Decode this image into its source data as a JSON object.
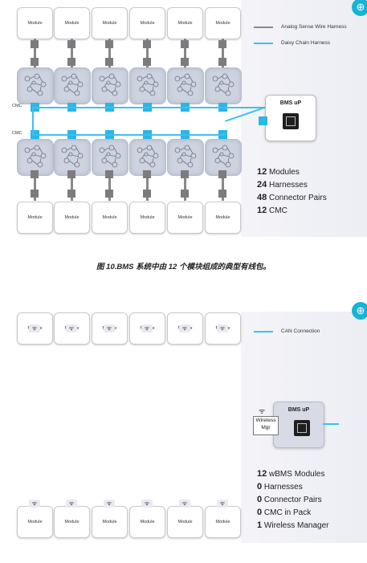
{
  "figure1": {
    "module_label": "Module",
    "cmc_label": "CMC",
    "controller_title": "BMS uP",
    "legend": [
      {
        "text": "Analog Sense Wire Harness",
        "color": "#8a8a8a"
      },
      {
        "text": "Daisy Chain Harness",
        "color": "#3cc0ef"
      }
    ],
    "stats": [
      {
        "num": "12",
        "text": " Modules"
      },
      {
        "num": "24",
        "text": " Harnesses"
      },
      {
        "num": "48",
        "text": " Connector Pairs"
      },
      {
        "num": "12",
        "text": " CMC"
      }
    ],
    "zoom_icon": "zoom-in-icon"
  },
  "caption": "图 10.BMS 系统中由 12 个模块组成的典型有线包。",
  "figure2": {
    "module_label": "Module",
    "controller_title": "BMS uP",
    "wireless_mgr_label_1": "Wireless",
    "wireless_mgr_label_2": "Mgr",
    "legend": [
      {
        "text": "CAN Connection",
        "color": "#3cc0ef"
      }
    ],
    "stats": [
      {
        "num": "12",
        "text": " wBMS Modules"
      },
      {
        "num": "0",
        "text": " Harnesses"
      },
      {
        "num": "0",
        "text": " Connector Pairs"
      },
      {
        "num": "0",
        "text": " CMC in Pack"
      },
      {
        "num": "1",
        "text": " Wireless Manager"
      }
    ],
    "zoom_icon": "zoom-in-icon",
    "wifi_icon": "wifi-icon"
  }
}
